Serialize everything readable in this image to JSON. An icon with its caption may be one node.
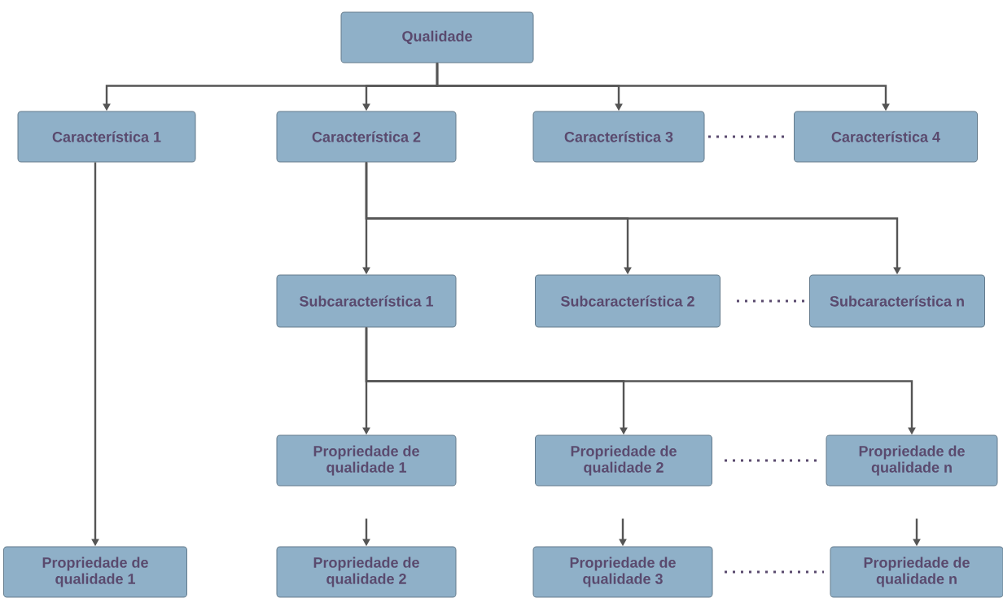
{
  "diagram": {
    "nodes": [
      {
        "text": [
          "Qualidade"
        ]
      },
      {
        "text": [
          "Característica 1"
        ]
      },
      {
        "text": [
          "Característica 2"
        ]
      },
      {
        "text": [
          "Característica 3"
        ]
      },
      {
        "text": [
          "Característica 4"
        ]
      },
      {
        "text": [
          "Subcaracterística 1"
        ]
      },
      {
        "text": [
          "Subcaracterística 2"
        ]
      },
      {
        "text": [
          "Subcaracterística n"
        ]
      },
      {
        "text": [
          "Propriedade de qualidade 1"
        ]
      },
      {
        "text": [
          "Propriedade de qualidade 2"
        ]
      },
      {
        "text": [
          "Propriedade de qualidade n"
        ]
      },
      {
        "text": [
          "Propriedade de qualidade 1"
        ]
      },
      {
        "text": [
          "Propriedade de qualidade 2"
        ]
      },
      {
        "text": [
          "Propriedade de qualidade 3"
        ]
      },
      {
        "text": [
          "Propriedade de qualidade n"
        ]
      }
    ],
    "edges": [
      {
        "from": 0,
        "to": 1,
        "arrow": "to"
      },
      {
        "from": 0,
        "to": 2,
        "arrow": "to"
      },
      {
        "from": 0,
        "to": 3,
        "arrow": "to"
      },
      {
        "from": 0,
        "to": 4,
        "arrow": "to"
      },
      {
        "from": 1,
        "to": 11,
        "arrow": "to"
      },
      {
        "from": 2,
        "to": 5,
        "arrow": "to"
      },
      {
        "from": 2,
        "to": 6,
        "arrow": "to"
      },
      {
        "from": 2,
        "to": 7,
        "arrow": "to"
      },
      {
        "from": 5,
        "to": 8,
        "arrow": "to"
      },
      {
        "from": 5,
        "to": 9,
        "arrow": "to"
      },
      {
        "from": 5,
        "to": 10,
        "arrow": "to"
      },
      {
        "from": null,
        "to": 12,
        "arrow": "to"
      },
      {
        "from": null,
        "to": 13,
        "arrow": "to"
      },
      {
        "from": null,
        "to": 14,
        "arrow": "to"
      }
    ]
  }
}
